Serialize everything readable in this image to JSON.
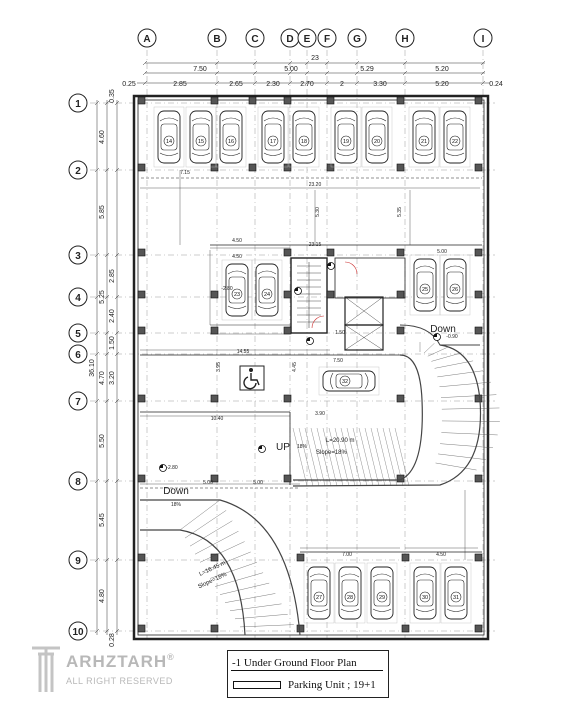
{
  "drawing": {
    "title": "-1 Under Ground Floor Plan",
    "subtitle": "Parking Unit ; 19+1",
    "watermark_name": "ARHZTARH",
    "watermark_tag": "ALL RIGHT RESERVED",
    "watermark_symbol": "®"
  },
  "grid_columns": [
    "A",
    "B",
    "C",
    "D",
    "E",
    "F",
    "G",
    "H",
    "I"
  ],
  "grid_rows": [
    "1",
    "2",
    "3",
    "4",
    "5",
    "6",
    "7",
    "8",
    "9",
    "10"
  ],
  "dimensions": {
    "total_width": "23",
    "top_row1": [
      "7.50",
      "5.00",
      "5.29",
      "5.20"
    ],
    "top_row2": [
      "0.25",
      "2.85",
      "2.65",
      "2.30",
      "2.70",
      "2",
      "3.30",
      "5.20",
      "0.24"
    ],
    "left_outer": "36.10",
    "left_inner": [
      "4.60",
      "5.85",
      "5.25",
      "4.70",
      "5.50",
      "5.45",
      "4.80"
    ],
    "left_fine": [
      "0.35",
      "2.85",
      "2.40",
      "1.50",
      "3.20",
      "0.28"
    ],
    "interior": [
      "7.15",
      "23.20",
      "23.15",
      "4.50",
      "4.50",
      "5.00",
      "14.55",
      "7.50",
      "10.40",
      "3.90",
      "5.00",
      "5.00",
      "7.00",
      "4.50",
      "5.30",
      "5.35",
      "3.95",
      "4.45",
      "1.50"
    ],
    "ramp_up_length": "L=20.90 m",
    "ramp_up_slope": "Slope=18%",
    "ramp_down_length": "L=16.45 m",
    "ramp_down_slope": "Slope=18%",
    "ramp_down_pct": "18%",
    "ramp_up_pct": "18%"
  },
  "labels": {
    "up": "UP",
    "down_top": "Down",
    "down_bottom": "Down",
    "level_1": "-2.80",
    "level_2": "-2.80",
    "level_3": "-0.90"
  },
  "parking_top": [
    "14",
    "15",
    "16",
    "17",
    "18",
    "19",
    "20",
    "21",
    "22"
  ],
  "parking_mid_left": [
    "23",
    "24"
  ],
  "parking_mid_right": [
    "25",
    "26"
  ],
  "parking_center": "32",
  "parking_bottom": [
    "27",
    "28",
    "29",
    "30",
    "31"
  ],
  "accessible_symbol": "wheelchair-icon"
}
